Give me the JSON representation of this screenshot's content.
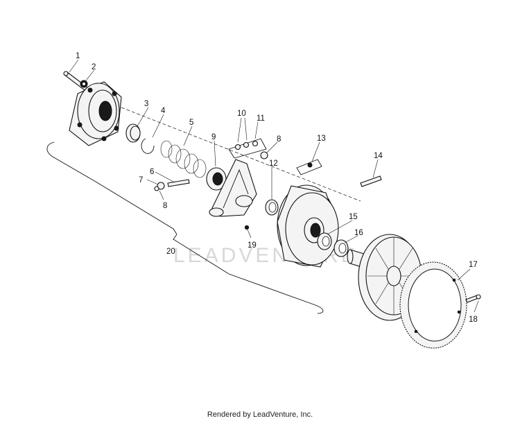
{
  "diagram": {
    "callouts": [
      "1",
      "2",
      "3",
      "4",
      "5",
      "6",
      "7",
      "8",
      "9",
      "10",
      "11",
      "8",
      "12",
      "13",
      "14",
      "15",
      "16",
      "17",
      "18",
      "19",
      "20"
    ],
    "watermark": "LEADVENTURE"
  },
  "footer": {
    "text": "Rendered by LeadVenture, Inc."
  }
}
